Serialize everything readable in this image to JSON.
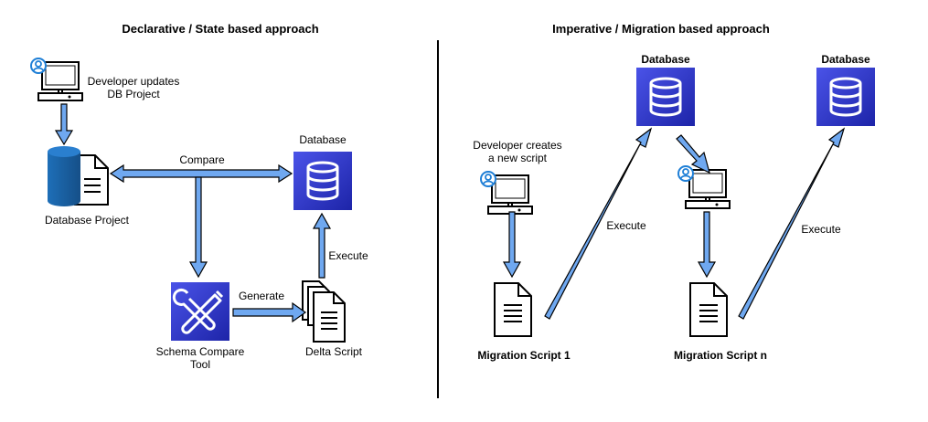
{
  "left": {
    "title": "Declarative / State based approach",
    "developer_label": "Developer updates DB Project",
    "db_project_label": "Database Project",
    "compare_label": "Compare",
    "database_label": "Database",
    "execute_label": "Execute",
    "generate_label": "Generate",
    "tool_label": "Schema Compare Tool",
    "delta_label": "Delta Script"
  },
  "right": {
    "title": "Imperative / Migration based approach",
    "database_label_1": "Database",
    "database_label_2": "Database",
    "developer_label": "Developer creates a new script",
    "execute_label_1": "Execute",
    "execute_label_2": "Execute",
    "script1_label": "Migration Script 1",
    "scriptn_label": "Migration Script n"
  },
  "colors": {
    "arrow_fill": "#6fa8f0",
    "arrow_stroke": "#000000",
    "db_icon_bg": "#2e37c9",
    "cylinder": "#1b63a8",
    "user_icon": "#1f7fd6",
    "divider": "#000000"
  }
}
